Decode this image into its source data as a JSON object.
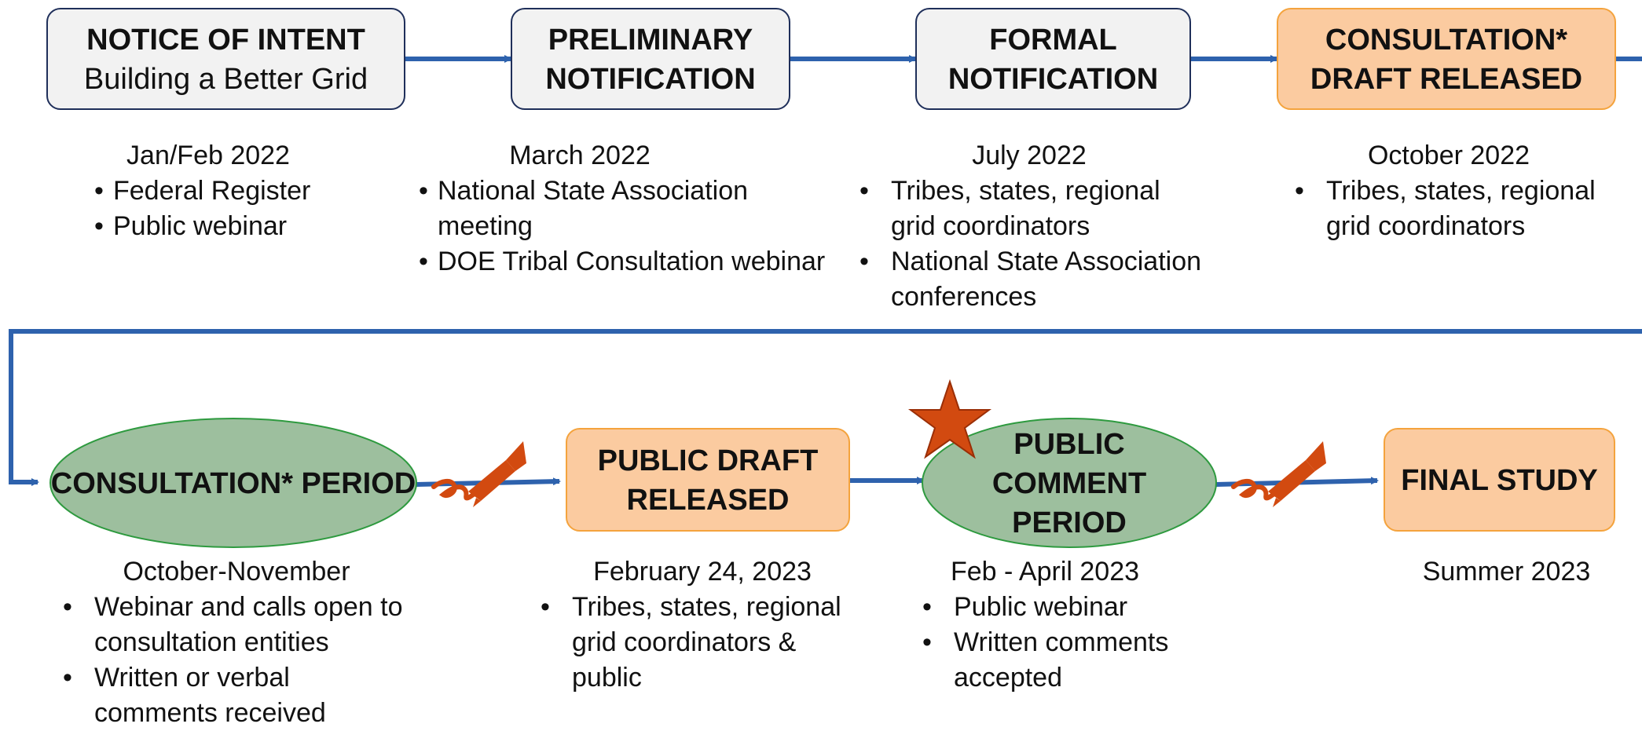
{
  "colors": {
    "arrow": "#2e62ad",
    "gray_fill": "#f2f2f2",
    "gray_border": "#1f2f5a",
    "orange_fill": "#fbcba0",
    "orange_border": "#f4a33d",
    "green_fill": "#9dbf9e",
    "green_border": "#2e9a3f",
    "star": "#d24a10",
    "pen": "#d24a10"
  },
  "steps": [
    {
      "id": "notice",
      "title": "NOTICE OF INTENT",
      "subtitle": "Building a Better Grid",
      "date": "Jan/Feb 2022",
      "bullets": [
        "Federal Register",
        "Public webinar"
      ]
    },
    {
      "id": "prelim",
      "title": "PRELIMINARY NOTIFICATION",
      "date": "March 2022",
      "bullets": [
        "National State Association meeting",
        "DOE Tribal Consultation webinar"
      ]
    },
    {
      "id": "formal",
      "title": "FORMAL NOTIFICATION",
      "date": "July 2022",
      "bullets": [
        "Tribes, states, regional grid coordinators",
        "National State Association conferences"
      ]
    },
    {
      "id": "consult_draft",
      "title": "CONSULTATION* DRAFT RELEASED",
      "date": "October 2022",
      "bullets": [
        "Tribes, states, regional grid coordinators"
      ]
    },
    {
      "id": "consult_period",
      "title": "CONSULTATION* PERIOD",
      "date": "October-November",
      "bullets": [
        "Webinar and calls open to consultation entities",
        "Written or verbal comments received"
      ]
    },
    {
      "id": "public_draft",
      "title": "PUBLIC DRAFT RELEASED",
      "date": "February 24, 2023",
      "bullets": [
        "Tribes, states, regional grid coordinators & public"
      ]
    },
    {
      "id": "public_comment",
      "title": "PUBLIC COMMENT PERIOD",
      "date": "Feb - April 2023",
      "bullets": [
        "Public webinar",
        "Written comments accepted"
      ]
    },
    {
      "id": "final",
      "title": "FINAL STUDY",
      "date": "Summer 2023",
      "bullets": []
    }
  ],
  "icons": {
    "highlight": "star-icon",
    "comment": "fountain-pen-signature-icon"
  }
}
